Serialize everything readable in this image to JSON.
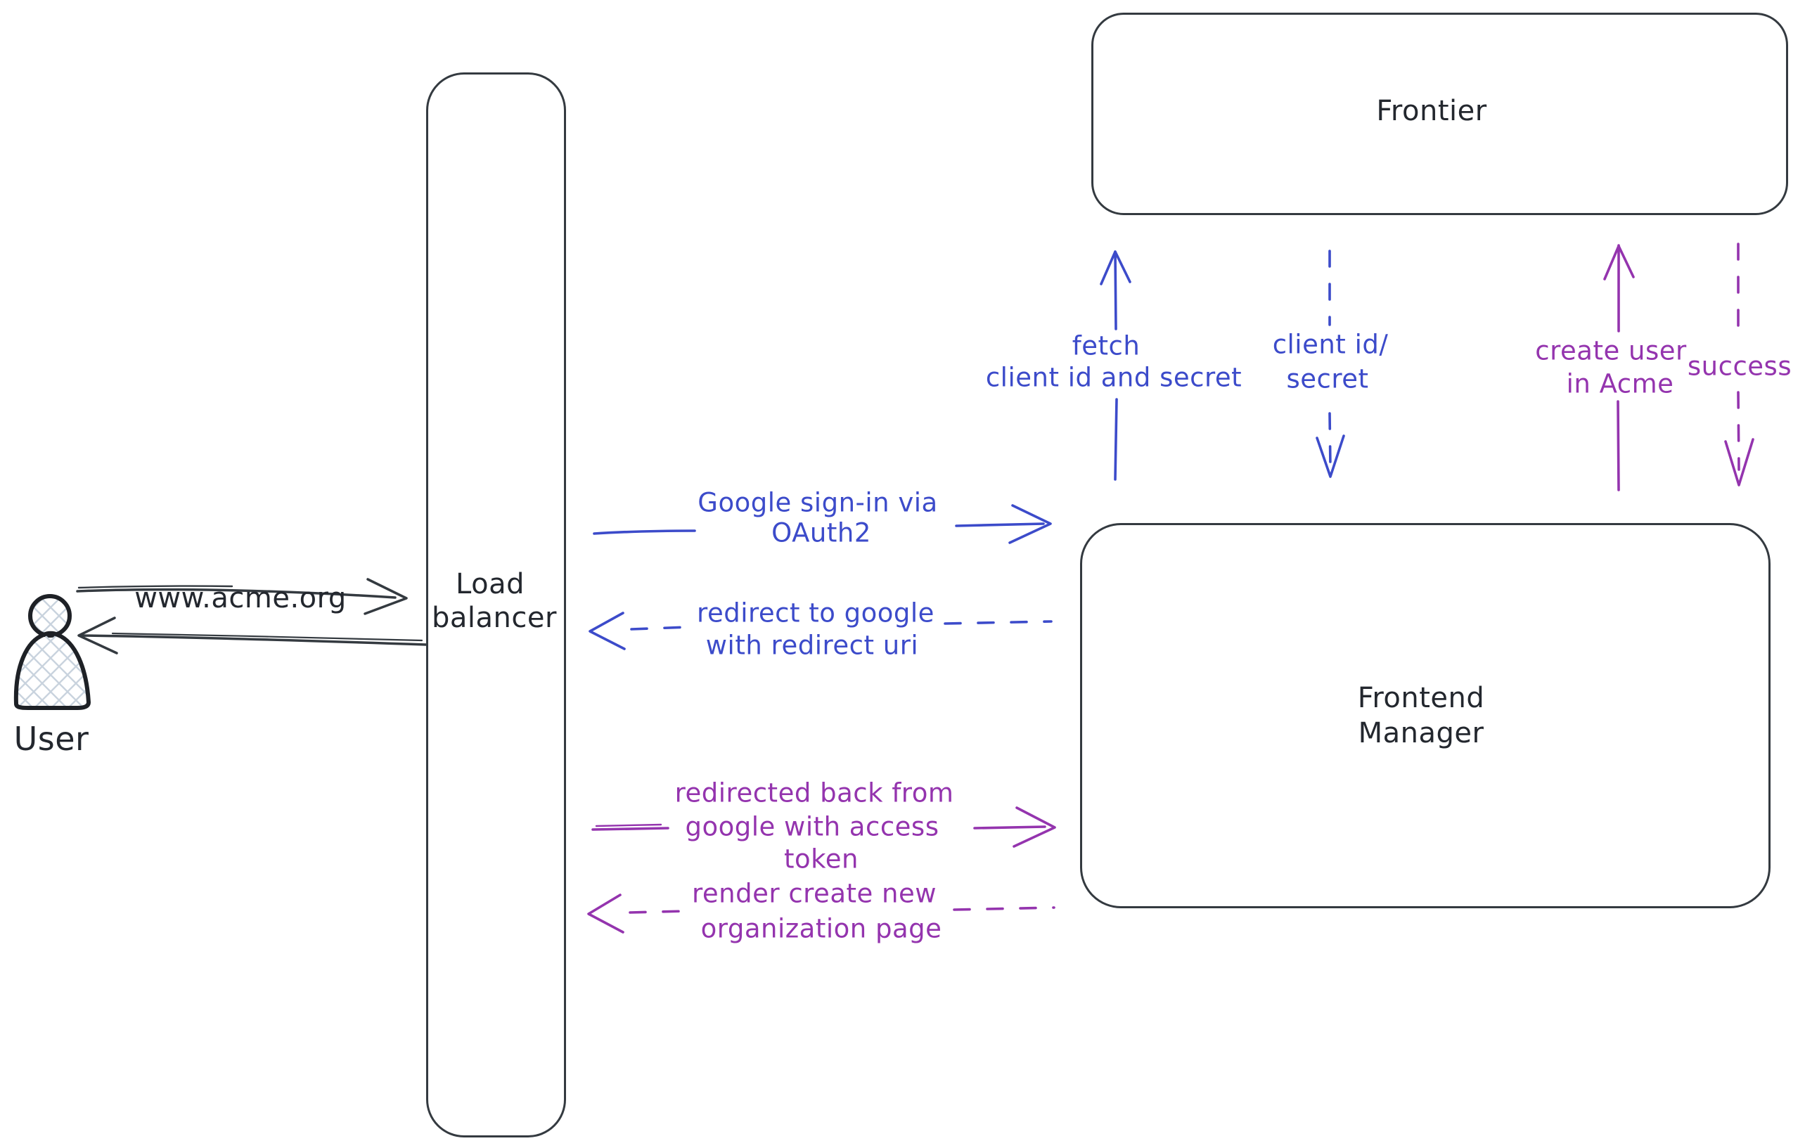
{
  "canvas": {
    "background": "#ffffff"
  },
  "palette": {
    "ink": "#343a40",
    "blue": "#3c4bca",
    "purple": "#9434ae",
    "hatch": "#c9d3de"
  },
  "nodes": {
    "user": {
      "label": "User"
    },
    "load_balancer": {
      "line1": "Load",
      "line2": "balancer"
    },
    "frontier": {
      "label": "Frontier"
    },
    "frontend_manager": {
      "line1": "Frontend",
      "line2": "Manager"
    }
  },
  "flows": {
    "www_request": {
      "label": "www.acme.org"
    },
    "google_signin": {
      "line1": "Google sign-in via",
      "line2": "OAuth2"
    },
    "redirect_to_google": {
      "line1": "redirect to google",
      "line2": "with redirect uri"
    },
    "redirected_back": {
      "line1": "redirected back from",
      "line2": "google with access",
      "line3": "token"
    },
    "render_org_page": {
      "line1": "render create new",
      "line2": "organization page"
    },
    "fetch_client_secret": {
      "line1": "fetch",
      "line2": "client id and secret"
    },
    "client_id_secret": {
      "line1": "client id/",
      "line2": "secret"
    },
    "create_user": {
      "line1": "create user",
      "line2": "in Acme"
    },
    "success": {
      "label": "success"
    }
  }
}
